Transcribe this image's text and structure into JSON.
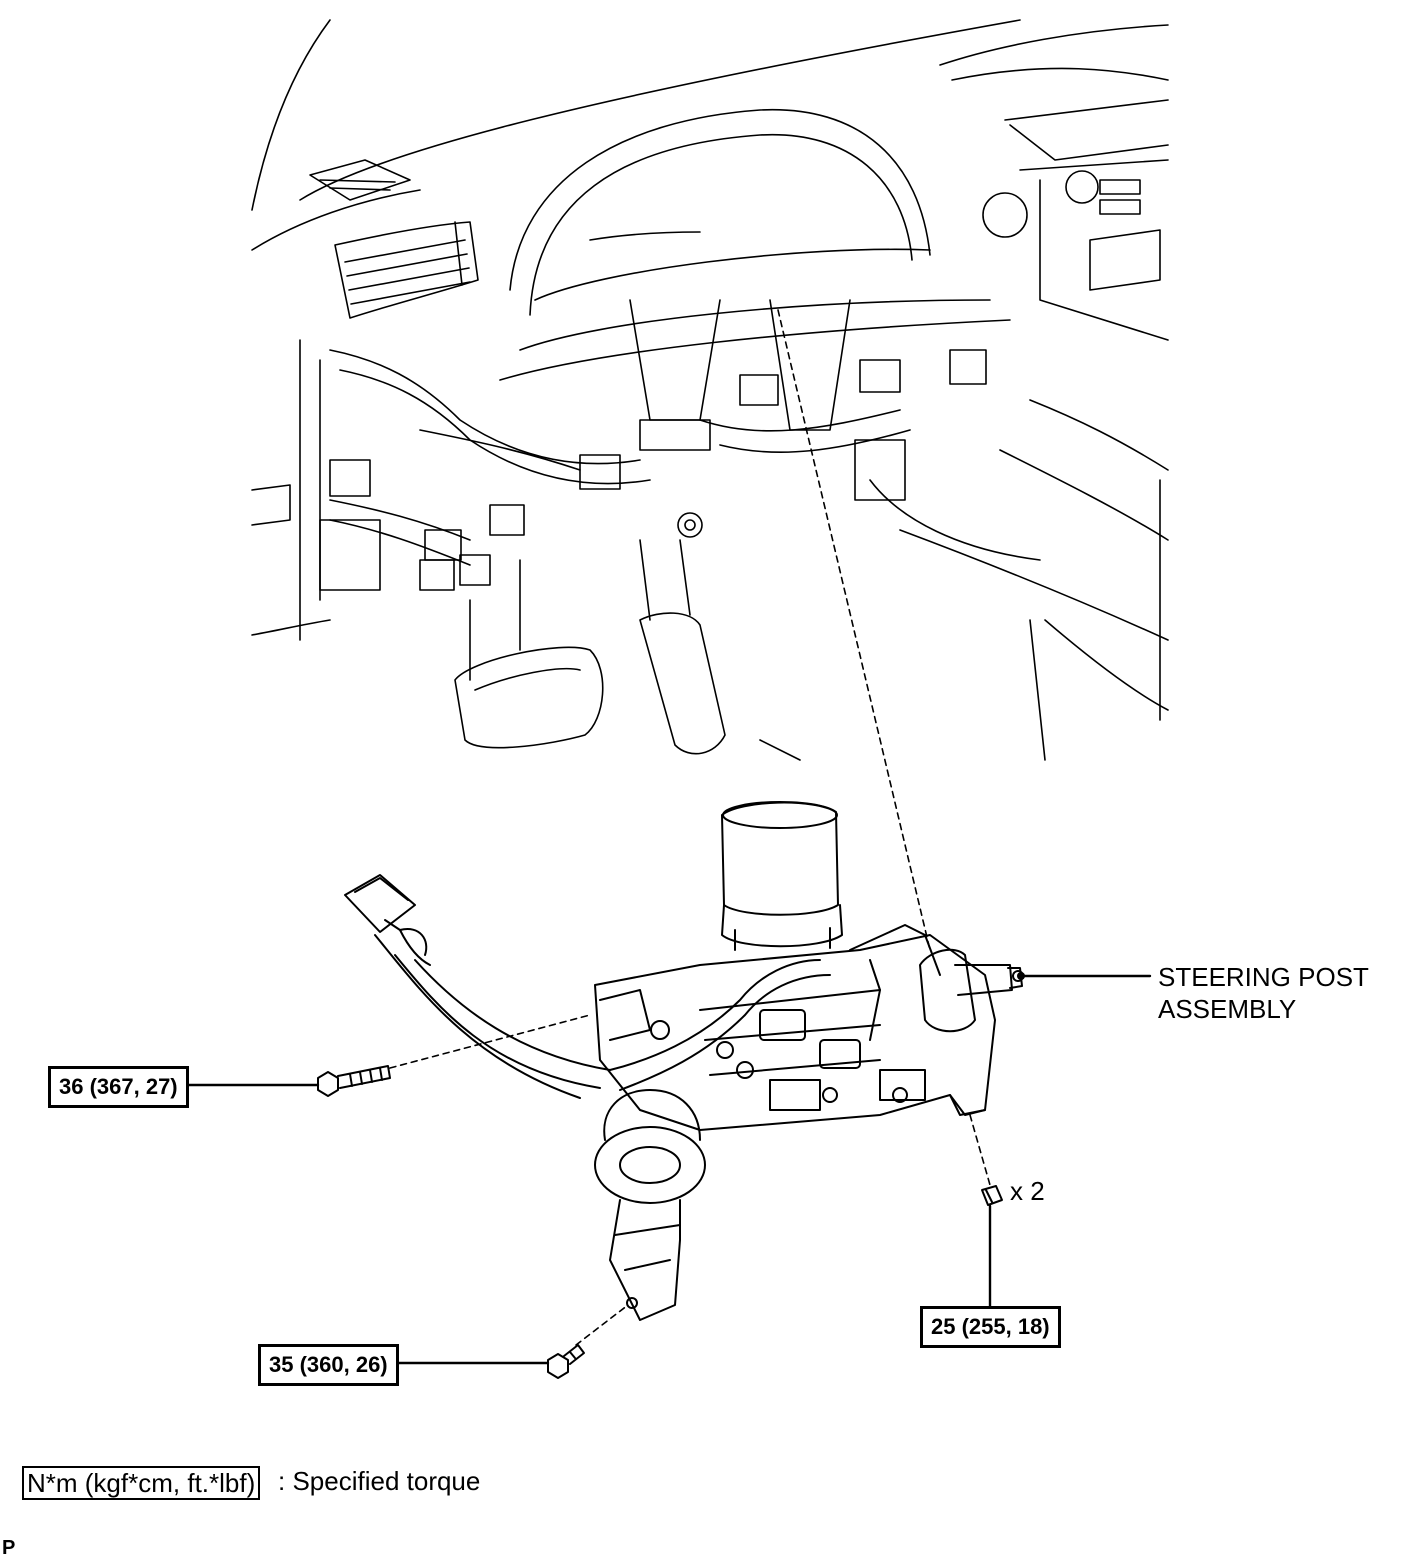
{
  "labels": {
    "steering_post_line1": "STEERING POST",
    "steering_post_line2": "ASSEMBLY",
    "multiplier": "x 2"
  },
  "torques": {
    "bolt_upper": "36 (367, 27)",
    "nut_bracket": "25 (255, 18)",
    "bolt_joint": "35 (360, 26)"
  },
  "legend": {
    "units": "N*m (kgf*cm, ft.*lbf)",
    "description": ": Specified torque"
  },
  "corner_mark": "P"
}
